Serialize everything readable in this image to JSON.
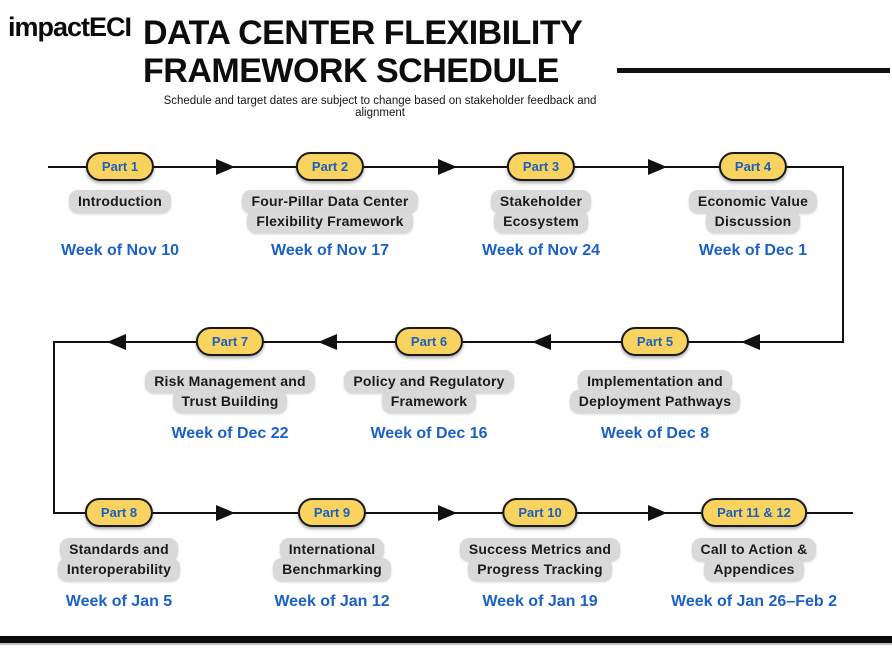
{
  "header": {
    "logo": "impactECI",
    "title_line1": "DATA CENTER FLEXIBILITY",
    "title_line2": "FRAMEWORK SCHEDULE",
    "subtitle": "Schedule and target dates are subject to change based on stakeholder feedback and alignment"
  },
  "colors": {
    "pill_fill": "#F8D35F",
    "pill_border": "#1A1A1A",
    "pill_text": "#1D5FBF",
    "label_bg": "#D9D9D9",
    "label_text": "#1B1B1B",
    "date_text": "#1C61C6",
    "line_color": "#111111"
  },
  "timeline": {
    "rows": [
      {
        "arrow_direction": "right",
        "items": [
          {
            "part": "Part 1",
            "label_lines": [
              "Introduction"
            ],
            "date": "Week of Nov 10"
          },
          {
            "part": "Part 2",
            "label_lines": [
              "Four-Pillar Data Center",
              "Flexibility Framework"
            ],
            "date": "Week of Nov 17"
          },
          {
            "part": "Part 3",
            "label_lines": [
              "Stakeholder",
              "Ecosystem"
            ],
            "date": "Week of Nov 24"
          },
          {
            "part": "Part 4",
            "label_lines": [
              "Economic Value",
              "Discussion"
            ],
            "date": "Week of Dec 1"
          }
        ]
      },
      {
        "arrow_direction": "left",
        "items": [
          {
            "part": "Part 7",
            "label_lines": [
              "Risk Management and",
              "Trust Building"
            ],
            "date": "Week of Dec 22"
          },
          {
            "part": "Part 6",
            "label_lines": [
              "Policy and Regulatory",
              "Framework"
            ],
            "date": "Week of Dec 16"
          },
          {
            "part": "Part 5",
            "label_lines": [
              "Implementation and",
              "Deployment Pathways"
            ],
            "date": "Week of Dec 8"
          }
        ]
      },
      {
        "arrow_direction": "right",
        "items": [
          {
            "part": "Part 8",
            "label_lines": [
              "Standards and",
              "Interoperability"
            ],
            "date": "Week of Jan 5"
          },
          {
            "part": "Part 9",
            "label_lines": [
              "International",
              "Benchmarking"
            ],
            "date": "Week of Jan 12"
          },
          {
            "part": "Part 10",
            "label_lines": [
              "Success Metrics and",
              "Progress Tracking"
            ],
            "date": "Week of Jan 19"
          },
          {
            "part": "Part 11 & 12",
            "label_lines": [
              "Call to Action &",
              "Appendices"
            ],
            "date": "Week of Jan 26–Feb 2"
          }
        ]
      }
    ]
  }
}
